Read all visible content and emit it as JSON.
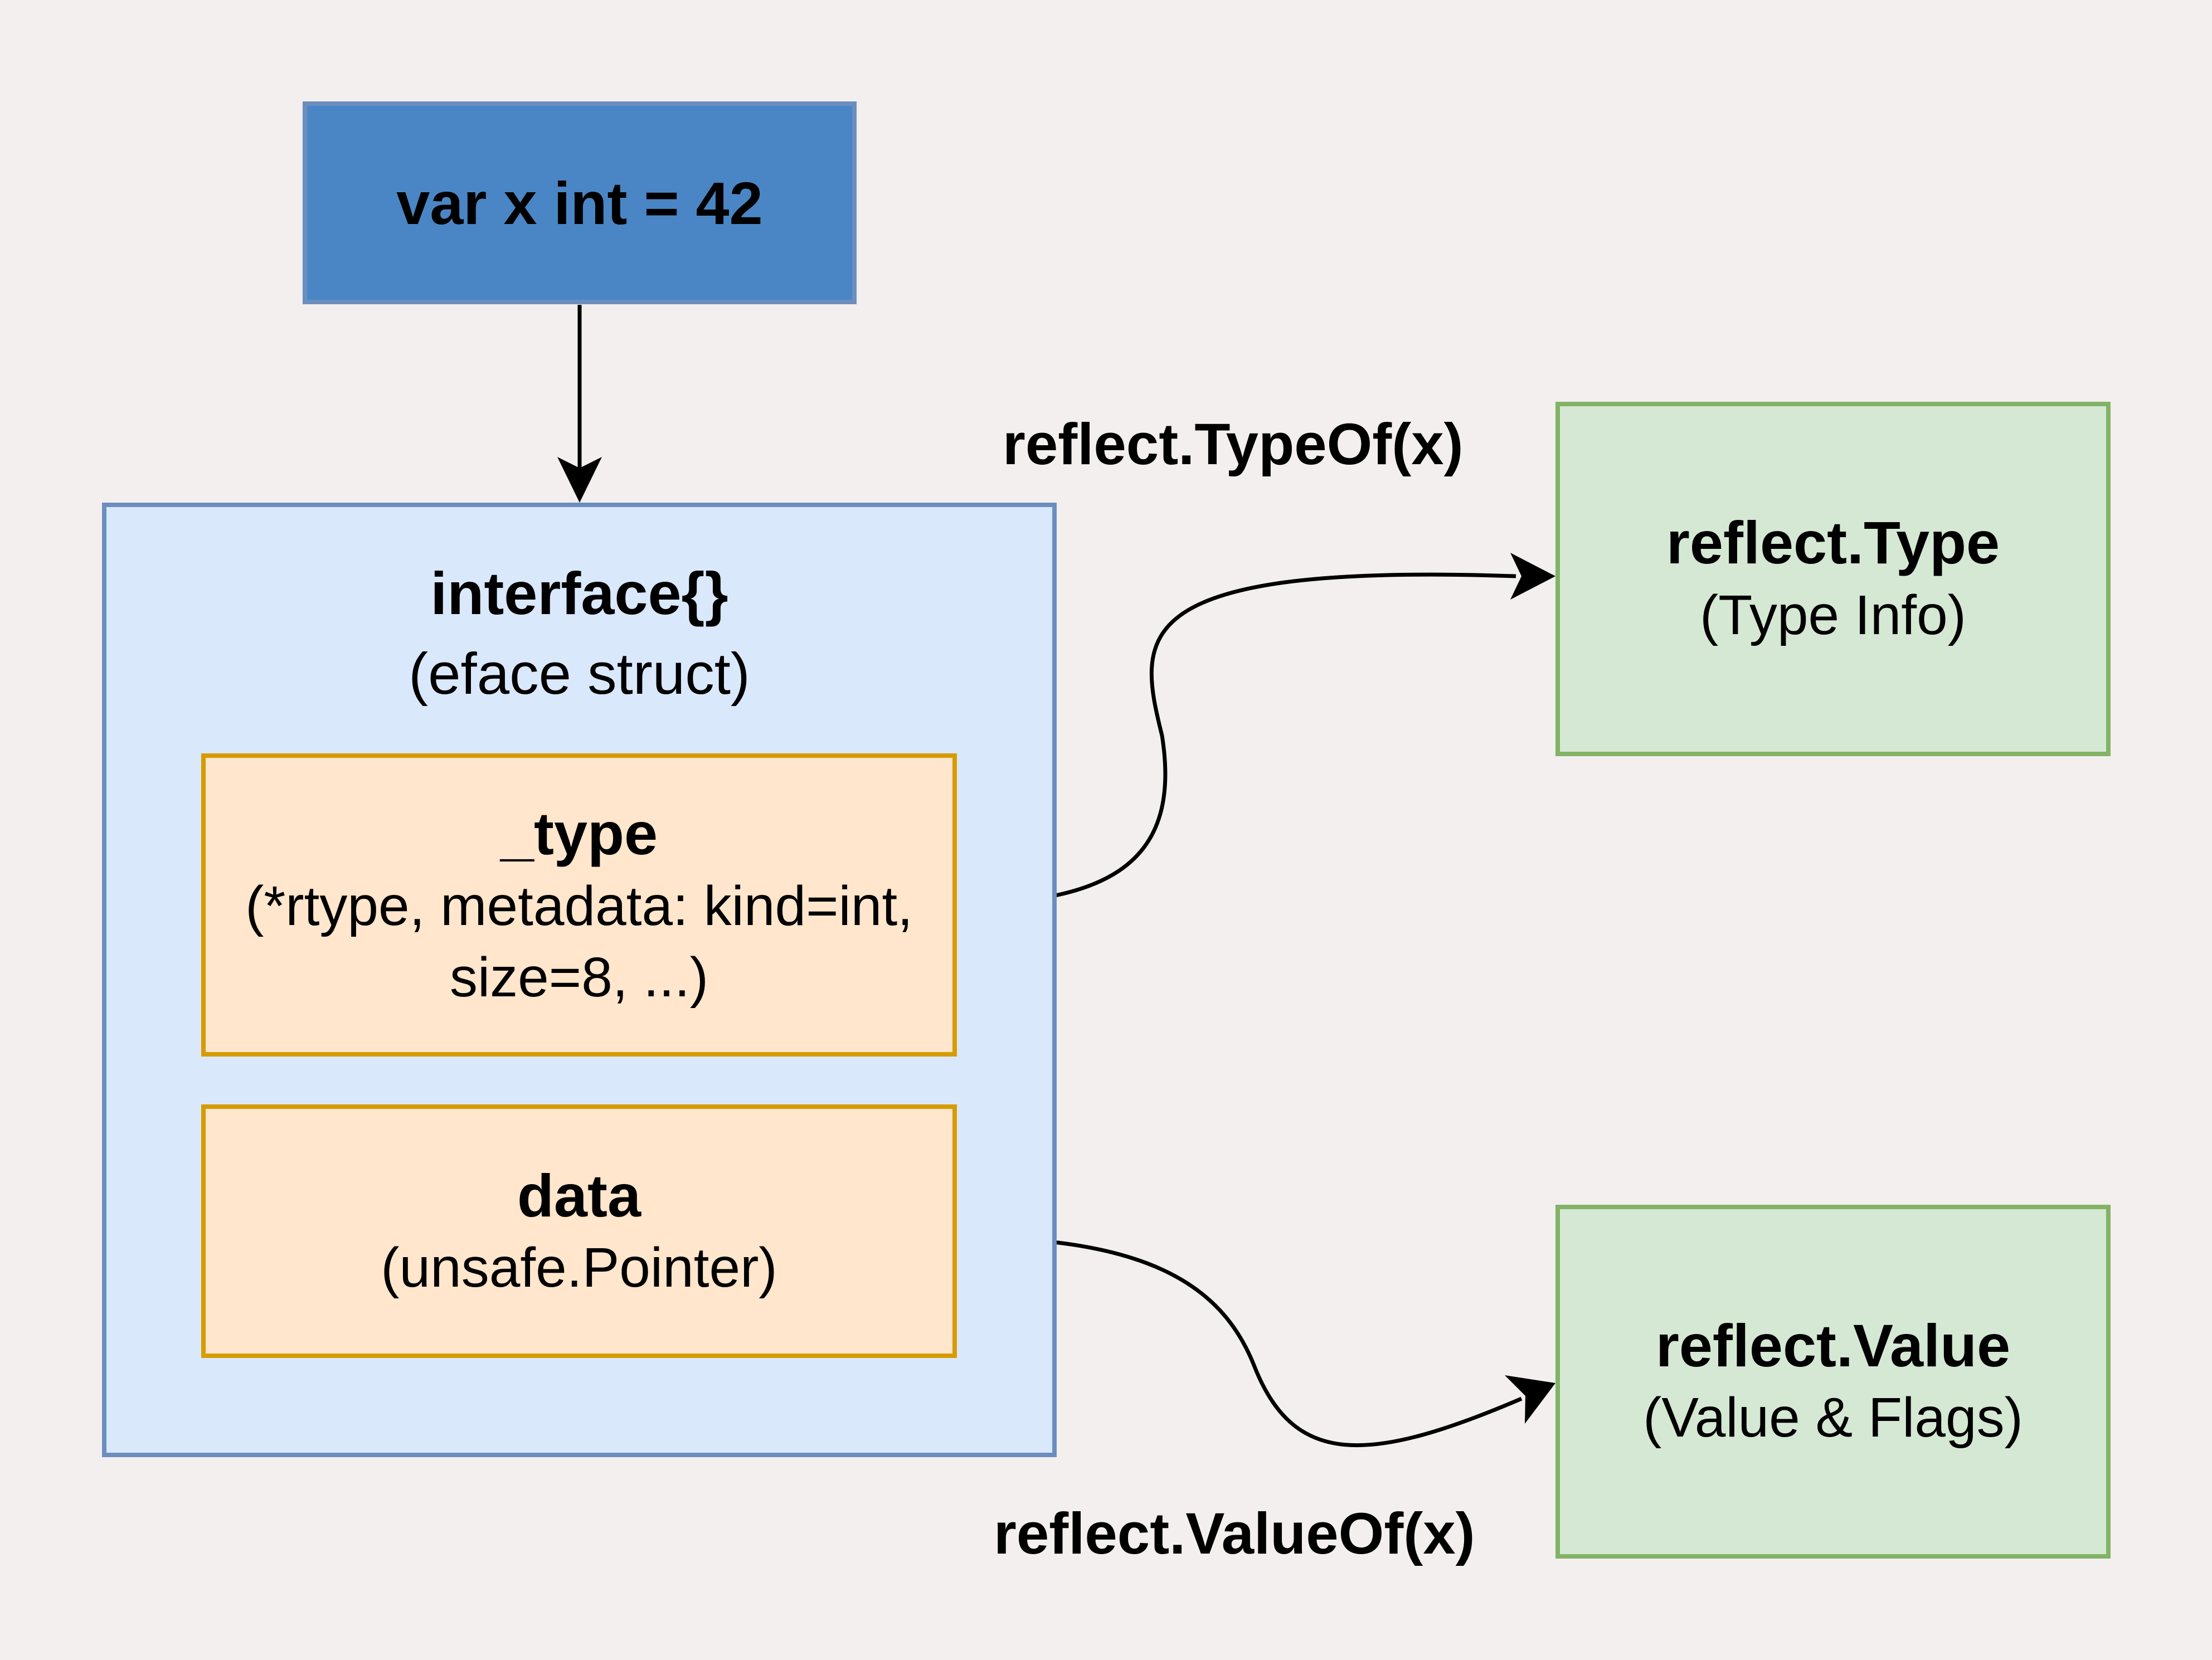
{
  "var_box": {
    "text": "var x int = 42"
  },
  "interface_box": {
    "title": "interface{}",
    "subtitle": "(eface struct)"
  },
  "type_field": {
    "title": "_type",
    "desc_line1": "(*rtype, metadata: kind=int,",
    "desc_line2": "size=8, ...)"
  },
  "data_field": {
    "title": "data",
    "desc": "(unsafe.Pointer)"
  },
  "reflect_type": {
    "title": "reflect.Type",
    "desc": "(Type Info)"
  },
  "reflect_value": {
    "title": "reflect.Value",
    "desc": "(Value & Flags)"
  },
  "edges": {
    "typeof_label": "reflect.TypeOf(x)",
    "valueof_label": "reflect.ValueOf(x)"
  },
  "colors": {
    "background": "#f3efee",
    "var_fill": "#4a86c5",
    "interface_fill": "#dae8fc",
    "interface_stroke": "#6c8ebf",
    "field_fill": "#ffe6cc",
    "field_stroke": "#d79b00",
    "result_fill": "#d5e8d4",
    "result_stroke": "#82b366"
  }
}
